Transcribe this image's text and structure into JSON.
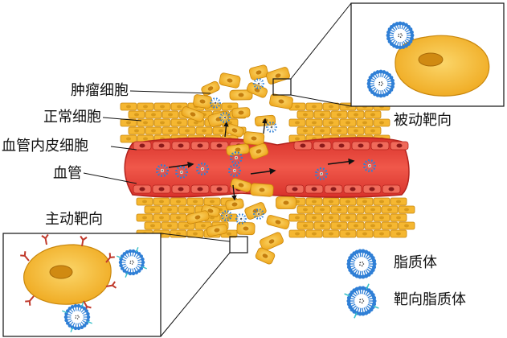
{
  "labels": {
    "tumor_cell": "肿瘤细胞",
    "normal_cell": "正常细胞",
    "endothelial_cell": "血管内皮细胞",
    "vessel": "血管",
    "passive_targeting": "被动靶向",
    "active_targeting": "主动靶向"
  },
  "legend": {
    "liposome": "脂质体",
    "targeted_liposome": "靶向脂质体"
  },
  "colors": {
    "vessel": "#e8443a",
    "endothelial": "#f06a5a",
    "nucleus": "#8b1a1a",
    "cell_fill": "#f5b731",
    "cell_stroke": "#c9870c",
    "liposome_blue": "#2f7fd6",
    "ligand_red": "#c0392b",
    "ligand_cyan": "#3ac1c9"
  },
  "icons": [
    "liposome-icon",
    "targeted-liposome-icon",
    "arrow-icon",
    "tumor-cell-icon",
    "normal-cell-icon"
  ]
}
